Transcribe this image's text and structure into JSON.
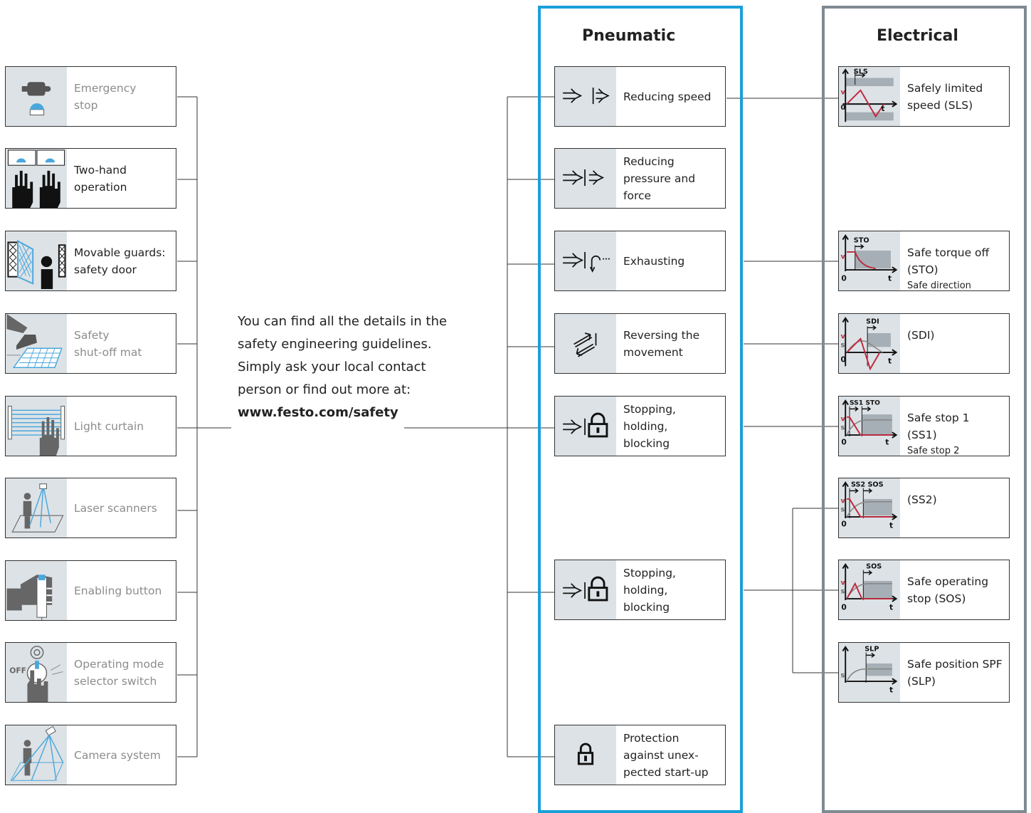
{
  "columns": {
    "pneumatic": "Pneumatic",
    "electrical": "Electrical"
  },
  "colors": {
    "pneumatic_frame": "#1a9fd9",
    "electrical_frame": "#7f8a92",
    "icon_bg": "#dde2e6",
    "accent_red": "#c0283c",
    "accent_blue": "#4aa7dc"
  },
  "sensors": [
    {
      "label": "Emergency\nstop",
      "icon": "emergency-stop-icon",
      "dim": true
    },
    {
      "label": "Two-hand\noperation",
      "icon": "two-hand-icon",
      "dim": false
    },
    {
      "label": "Movable guards:\nsafety door",
      "icon": "safety-door-icon",
      "dim": false
    },
    {
      "label": "Safety\nshut-off mat",
      "icon": "shut-off-mat-icon",
      "dim": true
    },
    {
      "label": "Light curtain",
      "icon": "light-curtain-icon",
      "dim": true
    },
    {
      "label": "Laser scanners",
      "icon": "laser-scanner-icon",
      "dim": true
    },
    {
      "label": "Enabling button",
      "icon": "enabling-button-icon",
      "dim": true
    },
    {
      "label": "Operating mode\nselector switch",
      "icon": "mode-selector-icon",
      "dim": true
    },
    {
      "label": "Camera system",
      "icon": "camera-system-icon",
      "dim": true
    }
  ],
  "info": {
    "text": "You can find all the details in the safety engineering guidelines. Simply ask your local contact person or find out more at:",
    "url": "www.festo.com/safety"
  },
  "pneumatic_functions": [
    {
      "label": "Reducing speed",
      "icon": "reducing-speed-icon"
    },
    {
      "label": "Reducing\npressure and\nforce",
      "icon": "reducing-pressure-icon"
    },
    {
      "label": "Exhausting",
      "icon": "exhausting-icon"
    },
    {
      "label": "Reversing the\nmovement",
      "icon": "reversing-icon"
    },
    {
      "label": "Stopping,\nholding,\nblocking",
      "icon": "lock-icon"
    },
    {
      "label": "Stopping,\nholding,\nblocking",
      "icon": "lock-icon"
    },
    {
      "label": "Protection\nagainst unex-\npected start-up",
      "icon": "lock-icon"
    }
  ],
  "electrical_functions": [
    {
      "label": "Safely limited\nspeed (SLS)",
      "tag": "SLS",
      "extra": ""
    },
    {
      "label": "Safe torque off\n(STO)",
      "tag": "STO",
      "extra": "Safe direction"
    },
    {
      "label": "(SDI)",
      "tag": "SDI",
      "extra": ""
    },
    {
      "label": "Safe stop 1\n(SS1)",
      "tag": "SS1 STO",
      "extra": "Safe stop 2"
    },
    {
      "label": "(SS2)",
      "tag": "SS2 SOS",
      "extra": ""
    },
    {
      "label": "Safe operating\nstop (SOS)",
      "tag": "SOS",
      "extra": ""
    },
    {
      "label": "Safe position SPF\n(SLP)",
      "tag": "SLP",
      "extra": ""
    }
  ],
  "axis": {
    "v": "v",
    "s": "s",
    "zero": "0",
    "t": "t"
  }
}
